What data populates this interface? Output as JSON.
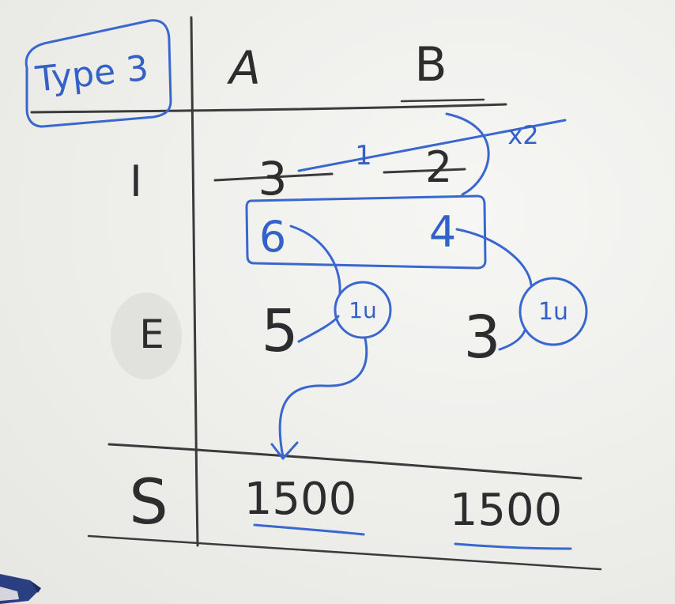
{
  "title_label": "Type 3",
  "columns": {
    "a": "A",
    "b": "B"
  },
  "rows": {
    "i": {
      "label": "I",
      "a": "3",
      "b": "2",
      "ratio_mark": "1",
      "multiplier": "x2",
      "scaled_a": "6",
      "scaled_b": "4"
    },
    "e": {
      "label": "E",
      "a": "5",
      "b": "3",
      "circle_a": "1u",
      "circle_b": "1u"
    },
    "s": {
      "label": "S",
      "a": "1500",
      "b": "1500"
    }
  },
  "colors": {
    "black_marker": "#2d2d2f",
    "blue_marker": "#3461c7",
    "board": "#efefec"
  }
}
